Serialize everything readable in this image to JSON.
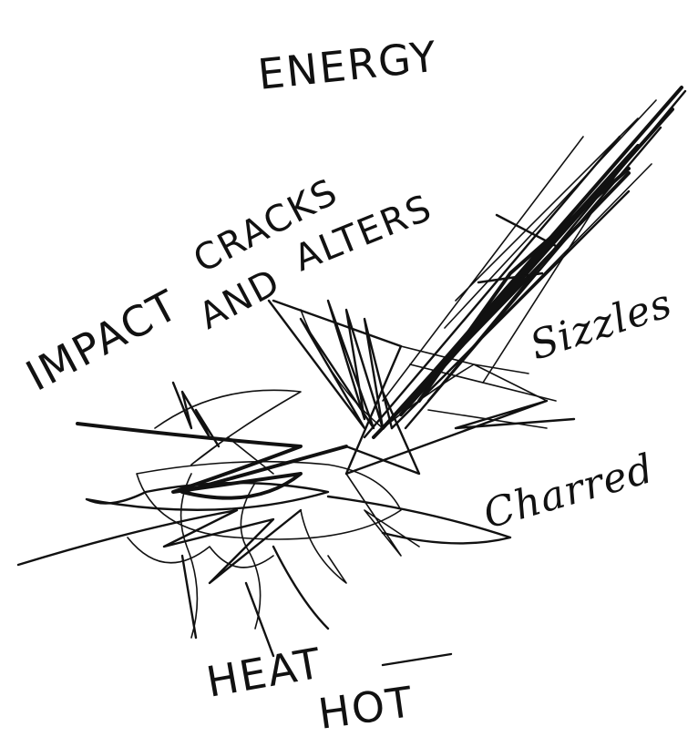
{
  "labels": {
    "energy": "ENERGY",
    "impact": "IMPACT",
    "cracks": "CRACKS",
    "and": "AND",
    "alters": "ALTERS",
    "sizzles": "Sizzles",
    "charred": "Charred",
    "heat": "HEAT",
    "hot": "HOT"
  },
  "colors": {
    "ink": "#111111",
    "paper": "#ffffff"
  }
}
